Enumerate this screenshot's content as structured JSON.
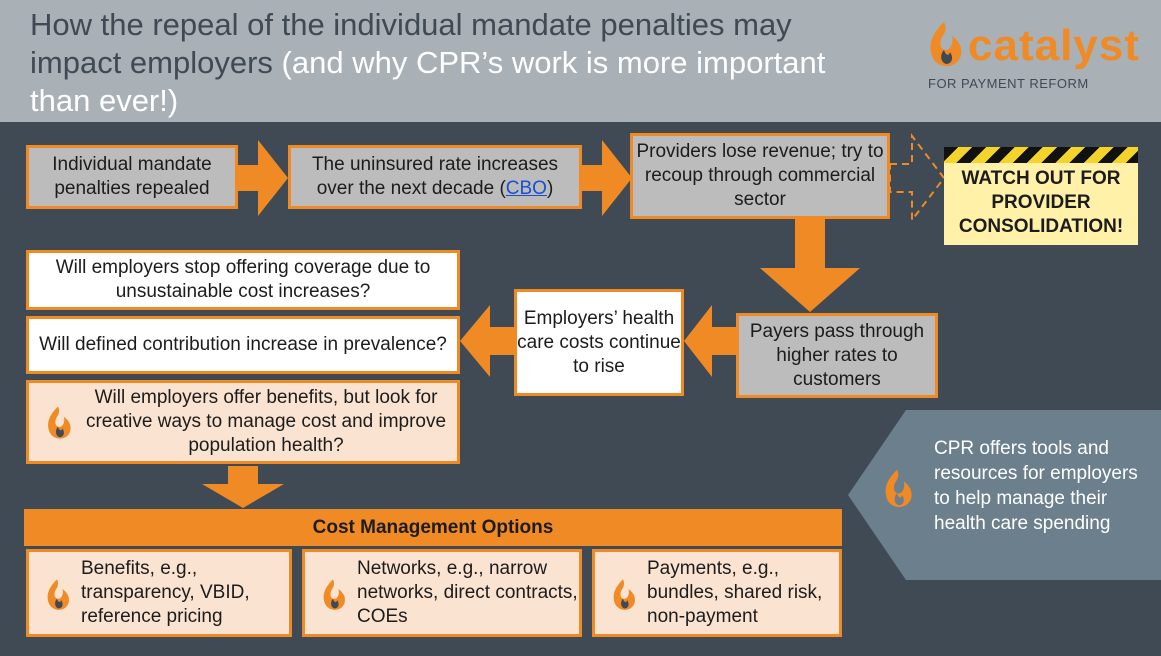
{
  "header": {
    "title_main": "How the repeal of the individual mandate penalties may impact employers",
    "title_accent": "(and why CPR’s work is more important than ever!)"
  },
  "logo": {
    "name": "catalyst",
    "subtitle": "FOR PAYMENT REFORM"
  },
  "flow": {
    "step1": "Individual mandate penalties repealed",
    "step2_text": "The uninsured rate increases over the next decade (",
    "step2_link": "CBO",
    "step2_end": ")",
    "step3": "Providers lose revenue; try to recoup through commercial sector",
    "warning": "WATCH OUT FOR PROVIDER CONSOLIDATION!",
    "step4": "Payers pass through higher rates to customers",
    "step5": "Employers’ health care costs continue to rise"
  },
  "questions": [
    "Will employers stop offering coverage due to unsustainable cost increases?",
    "Will defined contribution increase in prevalence?",
    "Will employers offer benefits, but look for creative ways to manage cost and improve population health?"
  ],
  "options": {
    "title": "Cost Management Options",
    "items": [
      "Benefits, e.g., transparency, VBID, reference pricing",
      "Networks, e.g., narrow networks, direct contracts, COEs",
      "Payments, e.g., bundles, shared risk, non-payment"
    ]
  },
  "callout": "CPR offers tools and resources for employers to help manage their health care spending",
  "colors": {
    "accent": "#f08a24",
    "background": "#3f4a54",
    "header": "#a9b0b6"
  }
}
